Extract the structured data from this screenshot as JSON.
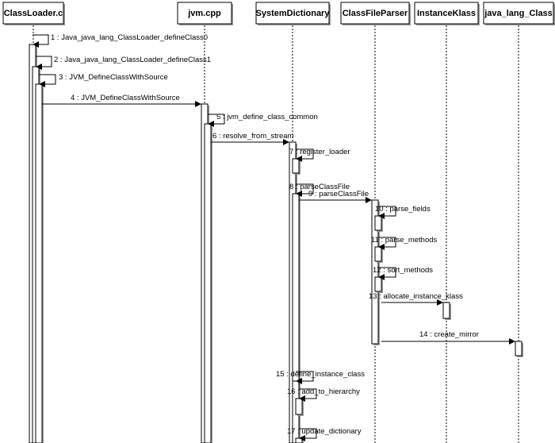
{
  "participants": [
    {
      "id": "classloader",
      "label": "ClassLoader.c"
    },
    {
      "id": "jvm",
      "label": "jvm.cpp"
    },
    {
      "id": "sysdict",
      "label": "SystemDictionary"
    },
    {
      "id": "cfp",
      "label": "ClassFileParser"
    },
    {
      "id": "ik",
      "label": "InstanceKlass"
    },
    {
      "id": "jlc",
      "label": "java_lang_Class"
    }
  ],
  "messages": [
    {
      "label": "1 : Java_java_lang_ClassLoader_defineClass0"
    },
    {
      "label": "2 : Java_java_lang_ClassLoader_defineClass1"
    },
    {
      "label": "3 : JVM_DefineClassWithSource"
    },
    {
      "label": "4 : JVM_DefineClassWithSource"
    },
    {
      "label": "5 : jvm_define_class_common"
    },
    {
      "label": "6 : resolve_from_stream"
    },
    {
      "label": "7 : register_loader"
    },
    {
      "label": "8 : parseClassFile"
    },
    {
      "label": "9 : parseClassFile"
    },
    {
      "label": "10 : parse_fields"
    },
    {
      "label": "11 : parse_methods"
    },
    {
      "label": "12 : sort_methods"
    },
    {
      "label": "13 : allocate_instance_klass"
    },
    {
      "label": "14 : create_mirror"
    },
    {
      "label": "15 : define_instance_class"
    },
    {
      "label": "16 : add_to_hierarchy"
    },
    {
      "label": "17 : update_dictionary"
    }
  ]
}
